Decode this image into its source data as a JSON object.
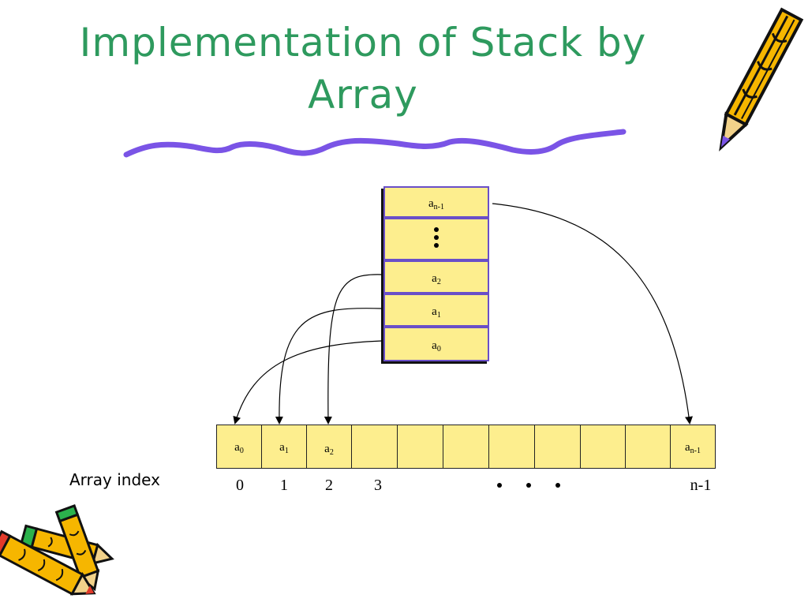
{
  "title": {
    "line1": "Implementation of Stack by",
    "line2": "Array"
  },
  "colors": {
    "title": "#2E9A5E",
    "cell_fill": "#FDEE8E",
    "cell_border": "#6A4FC8",
    "squiggle": "#7A54E6"
  },
  "stack": {
    "cells": [
      {
        "base": "a",
        "sub": "n-1"
      },
      {
        "base": "",
        "sub": "",
        "ellipsis": true
      },
      {
        "base": "a",
        "sub": "2"
      },
      {
        "base": "a",
        "sub": "1"
      },
      {
        "base": "a",
        "sub": "0"
      }
    ]
  },
  "array": {
    "cells": [
      {
        "base": "a",
        "sub": "0"
      },
      {
        "base": "a",
        "sub": "1"
      },
      {
        "base": "a",
        "sub": "2"
      },
      {
        "base": "",
        "sub": ""
      },
      {
        "base": "",
        "sub": ""
      },
      {
        "base": "",
        "sub": ""
      },
      {
        "base": "",
        "sub": ""
      },
      {
        "base": "",
        "sub": ""
      },
      {
        "base": "",
        "sub": ""
      },
      {
        "base": "",
        "sub": ""
      },
      {
        "base": "a",
        "sub": "n-1"
      }
    ],
    "index_label": "Array index",
    "indices": [
      "0",
      "1",
      "2",
      "3",
      "n-1"
    ]
  },
  "decorations": {
    "top_right": "pencil-icon",
    "bottom_left": "crossed-pencils-icon",
    "underline": "squiggle-underline"
  }
}
